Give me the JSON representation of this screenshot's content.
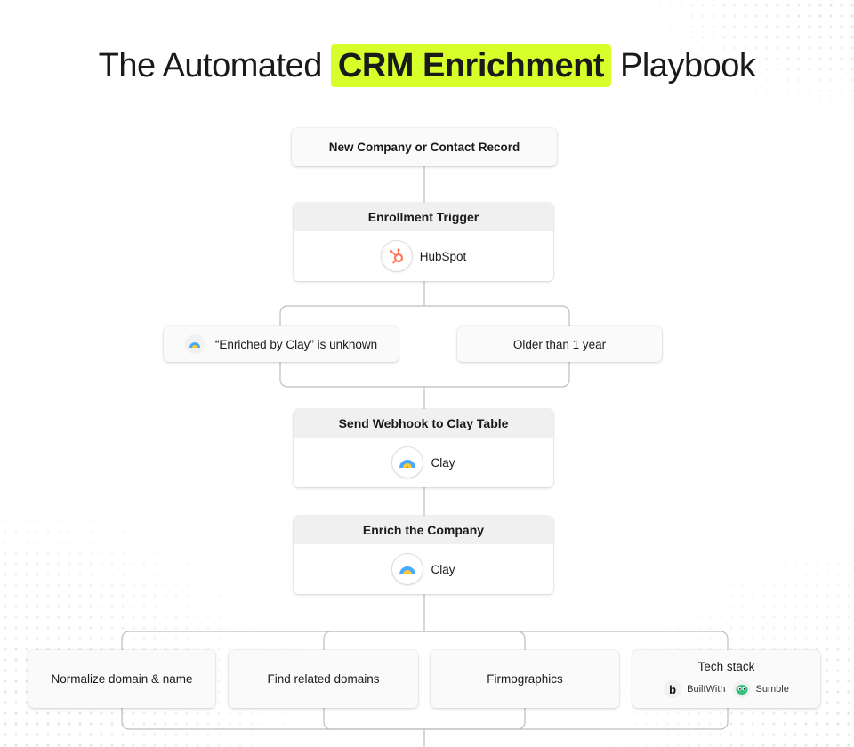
{
  "title": {
    "before": "The Automated",
    "highlight": "CRM Enrichment",
    "after": "Playbook"
  },
  "colors": {
    "highlight": "#d7ff2a",
    "hubspot": "#ff7a59",
    "connector": "#bdbdbd"
  },
  "nodes": {
    "new_record": {
      "label": "New Company or Contact Record"
    },
    "enrollment_trigger": {
      "header": "Enrollment Trigger",
      "tool": "HubSpot",
      "icon": "hubspot-icon"
    },
    "branch_left": {
      "label": "“Enriched by Clay” is unknown",
      "icon": "clay-icon"
    },
    "branch_right": {
      "label": "Older than 1 year"
    },
    "send_webhook": {
      "header": "Send Webhook to Clay Table",
      "tool": "Clay",
      "icon": "clay-icon"
    },
    "enrich_company": {
      "header": "Enrich the Company",
      "tool": "Clay",
      "icon": "clay-icon"
    },
    "tasks": [
      {
        "label": "Normalize domain & name"
      },
      {
        "label": "Find related domains"
      },
      {
        "label": "Firmographics"
      },
      {
        "label": "Tech stack",
        "tools": [
          {
            "name": "BuiltWith",
            "icon": "builtwith-icon"
          },
          {
            "name": "Sumble",
            "icon": "sumble-icon"
          }
        ]
      }
    ]
  }
}
